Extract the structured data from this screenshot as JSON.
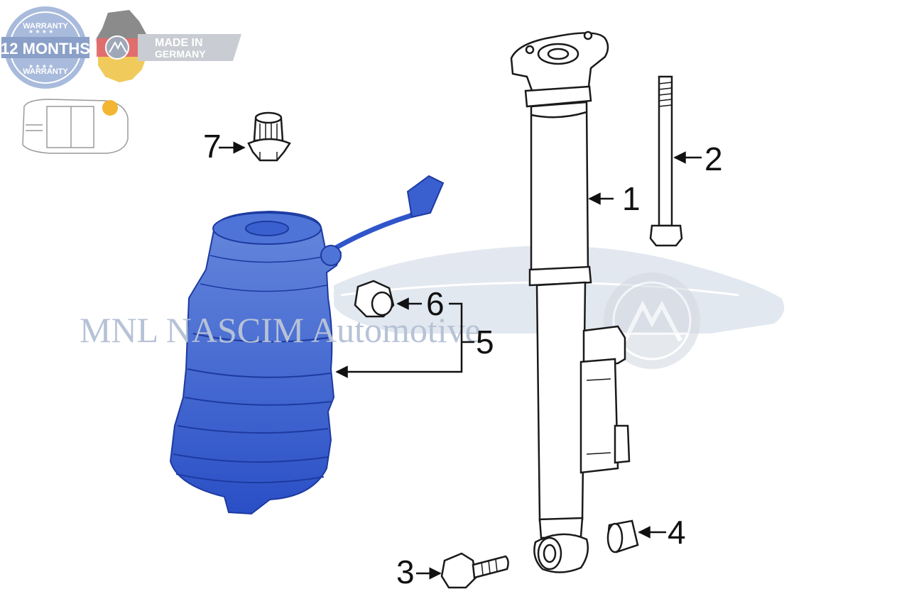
{
  "warranty_badge": {
    "top_text": "WARRANTY",
    "main_text": "12 MONTHS",
    "bottom_text": "WARRANTY"
  },
  "made_in_badge": {
    "line1": "MADE IN",
    "line2": "GERMANY"
  },
  "watermark": {
    "text": "MNL NASCIM Automotive"
  },
  "callouts": {
    "c1": "1",
    "c2": "2",
    "c3": "3",
    "c4": "4",
    "c5": "5",
    "c6": "6",
    "c7": "7"
  },
  "colors": {
    "highlight": "#2f55c9",
    "line": "#1a1a1a",
    "badge_blue": "#9bb0d4",
    "marker": "#f2b632"
  }
}
